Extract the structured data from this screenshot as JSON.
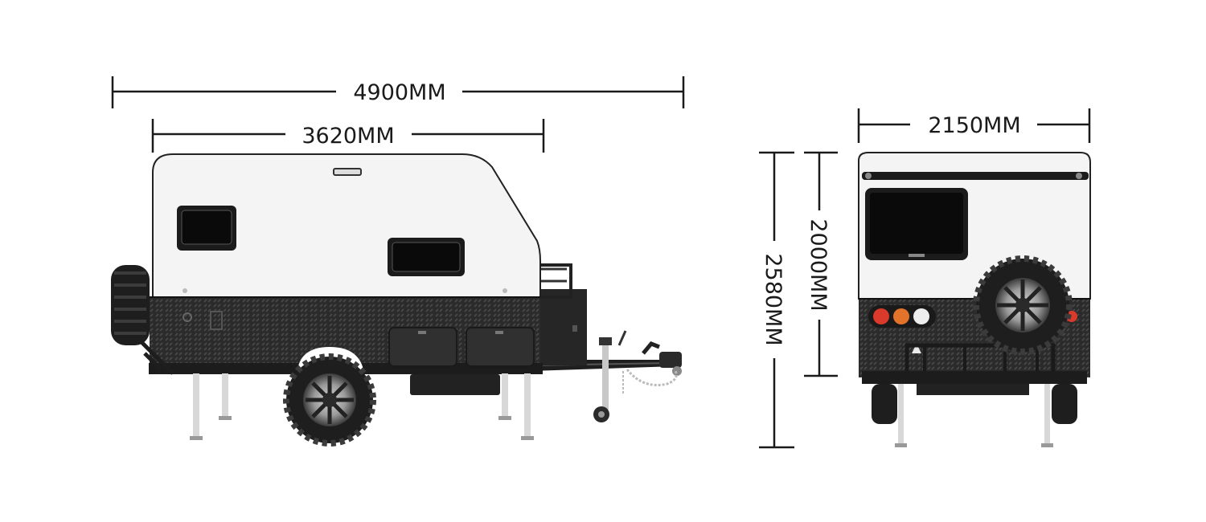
{
  "dimensions": {
    "overall_length": "4900MM",
    "body_length": "3620MM",
    "width": "2150MM",
    "overall_height": "2580MM",
    "body_height": "2000MM"
  },
  "colors": {
    "body_white": "#f4f4f4",
    "checker_plate": "#2b2b2b",
    "frame": "#1c1c1c",
    "dimension_lines": "#1a1a1a",
    "tail_red": "#d93a2b",
    "tail_orange": "#e3732a"
  }
}
